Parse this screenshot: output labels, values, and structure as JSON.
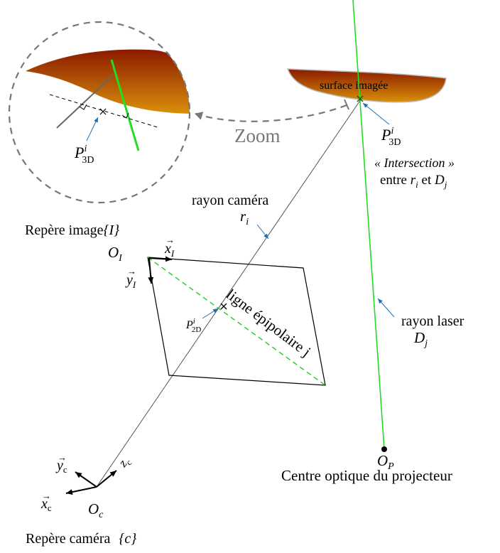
{
  "labels": {
    "surface": "surface imagée",
    "zoom": "Zoom",
    "p3d_main": "P",
    "p3d_main_sup": "i",
    "p3d_main_sub": "3D",
    "p3d_zoom": "P",
    "p3d_zoom_sup": "i",
    "p3d_zoom_sub": "3D",
    "intersection_line1": "« Intersection »",
    "intersection_line2_prefix": "entre ",
    "intersection_line2_r": "r",
    "intersection_line2_r_sub": "i",
    "intersection_line2_mid": " et ",
    "intersection_line2_d": "D",
    "intersection_line2_d_sub": "j",
    "ray_camera": "rayon caméra",
    "ray_camera_sym": "r",
    "ray_camera_sym_sub": "i",
    "repere_image": "Repère image",
    "repere_image_set": "{I}",
    "origin_image": "O",
    "origin_image_sub": "I",
    "axis_xi": "x",
    "axis_xi_sub": "I",
    "axis_yi": "y",
    "axis_yi_sub": "I",
    "p2d": "P",
    "p2d_sup": "i",
    "p2d_sub": "2D",
    "epipolar": "ligne épipolaire j",
    "ray_laser": "rayon laser",
    "ray_laser_sym": "D",
    "ray_laser_sym_sub": "j",
    "projector_origin": "O",
    "projector_origin_sub": "P",
    "projector_caption": "Centre optique du projecteur",
    "cam_axis_y": "y",
    "cam_axis_y_sub": "c",
    "cam_axis_x": "x",
    "cam_axis_x_sub": "c",
    "cam_axis_z": "z",
    "cam_axis_z_sub": "c",
    "cam_origin": "O",
    "cam_origin_sub": "c",
    "repere_camera": "Repère caméra",
    "repere_camera_set": "{c}"
  },
  "colors": {
    "laser": "#22dd22",
    "epipolar": "#22cc22",
    "surface_top": "#8b1a00",
    "surface_bottom": "#d9900a",
    "zoom_circle": "#777777",
    "annotation_arrow": "#1f6fb5"
  }
}
